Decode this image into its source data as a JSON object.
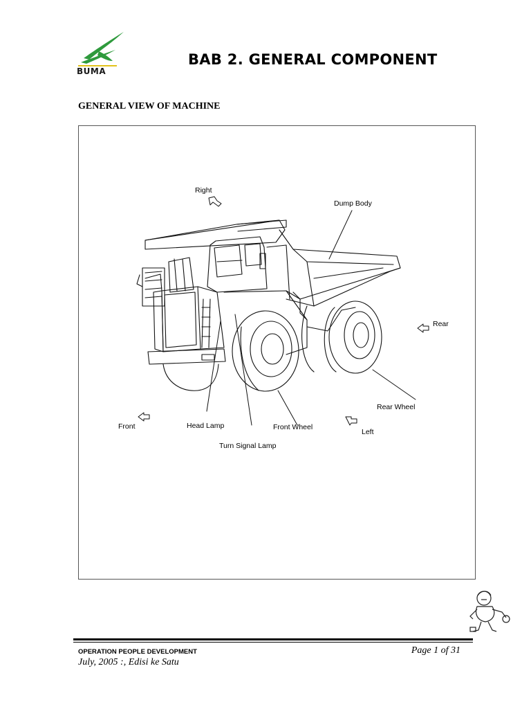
{
  "header": {
    "logo_text": "BUMA",
    "chapter_title": "BAB 2. GENERAL COMPONENT"
  },
  "section": {
    "title": "GENERAL VIEW OF MACHINE"
  },
  "figure": {
    "labels": {
      "right": "Right",
      "dump_body": "Dump Body",
      "rear": "Rear",
      "rear_wheel": "Rear Wheel",
      "front": "Front",
      "head_lamp": "Head Lamp",
      "front_wheel": "Front Wheel",
      "left": "Left",
      "turn_signal_lamp": "Turn Signal Lamp"
    }
  },
  "footer": {
    "department": "OPERATION PEOPLE DEVELOPMENT",
    "page": "Page 1 of 31",
    "edition": "July, 2005 :, Edisi ke Satu"
  },
  "colors": {
    "logo_green": "#2e9a3c",
    "logo_yellow": "#e3c21a"
  }
}
